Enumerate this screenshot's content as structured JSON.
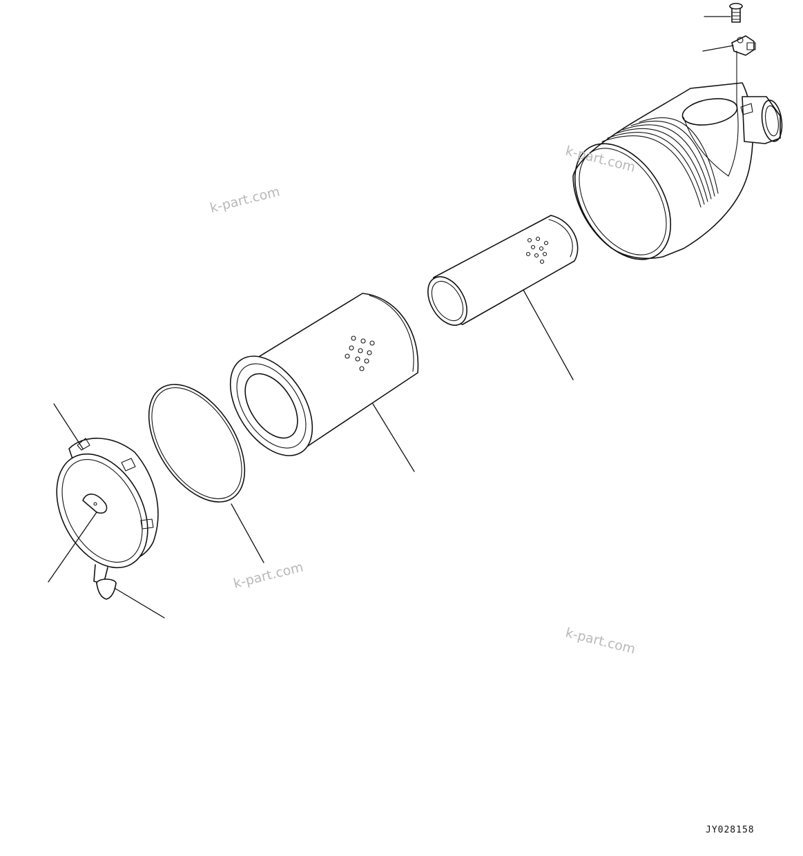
{
  "diagram": {
    "drawing_code": "JY028158",
    "watermarks": [
      "k-part.com",
      "k-part.com",
      "k-part.com",
      "k-part.com"
    ]
  }
}
